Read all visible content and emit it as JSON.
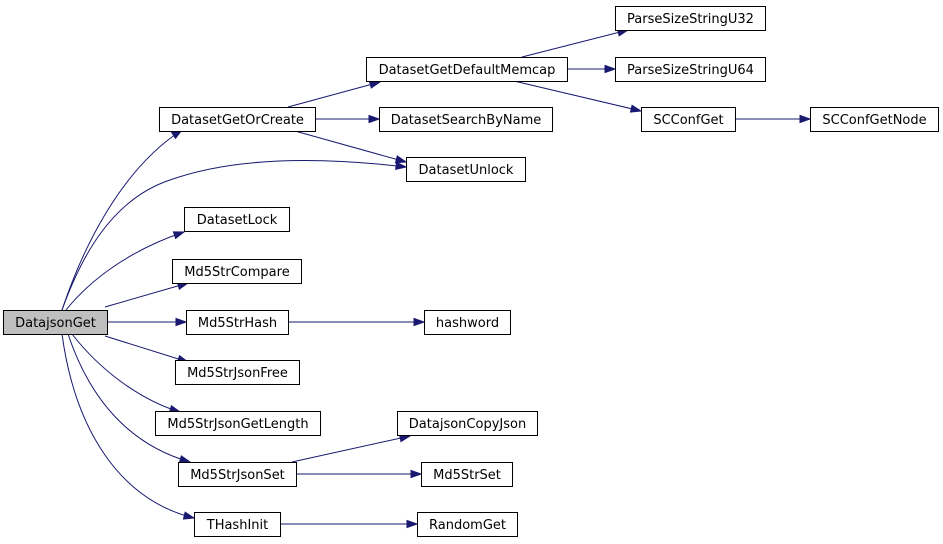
{
  "graph": {
    "root": "DatajsonGet",
    "nodes": [
      {
        "id": "DatajsonGet",
        "label": "DatajsonGet",
        "highlighted": true
      },
      {
        "id": "DatasetGetOrCreate",
        "label": "DatasetGetOrCreate"
      },
      {
        "id": "DatasetGetDefaultMemcap",
        "label": "DatasetGetDefaultMemcap"
      },
      {
        "id": "ParseSizeStringU32",
        "label": "ParseSizeStringU32"
      },
      {
        "id": "ParseSizeStringU64",
        "label": "ParseSizeStringU64"
      },
      {
        "id": "SCConfGet",
        "label": "SCConfGet"
      },
      {
        "id": "SCConfGetNode",
        "label": "SCConfGetNode"
      },
      {
        "id": "DatasetSearchByName",
        "label": "DatasetSearchByName"
      },
      {
        "id": "DatasetUnlock",
        "label": "DatasetUnlock"
      },
      {
        "id": "DatasetLock",
        "label": "DatasetLock"
      },
      {
        "id": "Md5StrCompare",
        "label": "Md5StrCompare"
      },
      {
        "id": "Md5StrHash",
        "label": "Md5StrHash"
      },
      {
        "id": "hashword",
        "label": "hashword"
      },
      {
        "id": "Md5StrJsonFree",
        "label": "Md5StrJsonFree"
      },
      {
        "id": "Md5StrJsonGetLength",
        "label": "Md5StrJsonGetLength"
      },
      {
        "id": "Md5StrJsonSet",
        "label": "Md5StrJsonSet"
      },
      {
        "id": "DatajsonCopyJson",
        "label": "DatajsonCopyJson"
      },
      {
        "id": "Md5StrSet",
        "label": "Md5StrSet"
      },
      {
        "id": "THashInit",
        "label": "THashInit"
      },
      {
        "id": "RandomGet",
        "label": "RandomGet"
      }
    ],
    "edges": [
      {
        "from": "DatajsonGet",
        "to": "DatasetGetOrCreate"
      },
      {
        "from": "DatajsonGet",
        "to": "DatasetUnlock"
      },
      {
        "from": "DatajsonGet",
        "to": "DatasetLock"
      },
      {
        "from": "DatajsonGet",
        "to": "Md5StrCompare"
      },
      {
        "from": "DatajsonGet",
        "to": "Md5StrHash"
      },
      {
        "from": "DatajsonGet",
        "to": "Md5StrJsonFree"
      },
      {
        "from": "DatajsonGet",
        "to": "Md5StrJsonGetLength"
      },
      {
        "from": "DatajsonGet",
        "to": "Md5StrJsonSet"
      },
      {
        "from": "DatajsonGet",
        "to": "THashInit"
      },
      {
        "from": "DatasetGetOrCreate",
        "to": "DatasetGetDefaultMemcap"
      },
      {
        "from": "DatasetGetOrCreate",
        "to": "DatasetSearchByName"
      },
      {
        "from": "DatasetGetOrCreate",
        "to": "DatasetUnlock"
      },
      {
        "from": "DatasetGetDefaultMemcap",
        "to": "ParseSizeStringU32"
      },
      {
        "from": "DatasetGetDefaultMemcap",
        "to": "ParseSizeStringU64"
      },
      {
        "from": "DatasetGetDefaultMemcap",
        "to": "SCConfGet"
      },
      {
        "from": "SCConfGet",
        "to": "SCConfGetNode"
      },
      {
        "from": "Md5StrHash",
        "to": "hashword"
      },
      {
        "from": "Md5StrJsonSet",
        "to": "DatajsonCopyJson"
      },
      {
        "from": "Md5StrJsonSet",
        "to": "Md5StrSet"
      },
      {
        "from": "THashInit",
        "to": "RandomGet"
      }
    ]
  },
  "colors": {
    "edge": "#191970",
    "node_fill": "#ffffff",
    "root_fill": "#bfbfbf",
    "border": "#000000"
  }
}
